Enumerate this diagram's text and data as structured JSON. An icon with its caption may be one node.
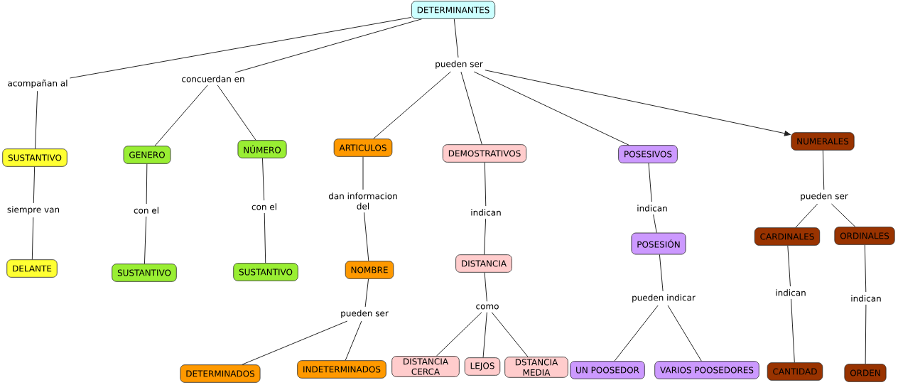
{
  "diagram": {
    "nodes": [
      {
        "text": [
          "DETERMINANTES"
        ]
      },
      {
        "text": [
          "acompañan al"
        ]
      },
      {
        "text": [
          "concuerdan en"
        ]
      },
      {
        "text": [
          "pueden ser"
        ]
      },
      {
        "text": [
          "SUSTANTIVO"
        ]
      },
      {
        "text": [
          "GENERO"
        ]
      },
      {
        "text": [
          "NÚMERO"
        ]
      },
      {
        "text": [
          "ARTICULOS"
        ]
      },
      {
        "text": [
          "DEMOSTRATIVOS"
        ]
      },
      {
        "text": [
          "POSESIVOS"
        ]
      },
      {
        "text": [
          "NUMERALES"
        ]
      },
      {
        "text": [
          "siempre van"
        ]
      },
      {
        "text": [
          "con el"
        ]
      },
      {
        "text": [
          "con el"
        ]
      },
      {
        "text": [
          "dan informacion del"
        ]
      },
      {
        "text": [
          "indican"
        ]
      },
      {
        "text": [
          "indican"
        ]
      },
      {
        "text": [
          "pueden ser"
        ]
      },
      {
        "text": [
          "DELANTE"
        ]
      },
      {
        "text": [
          "SUSTANTIVO"
        ]
      },
      {
        "text": [
          "SUSTANTIVO"
        ]
      },
      {
        "text": [
          "NOMBRE"
        ]
      },
      {
        "text": [
          "DISTANCIA"
        ]
      },
      {
        "text": [
          "POSESIÓN"
        ]
      },
      {
        "text": [
          "CARDINALES"
        ]
      },
      {
        "text": [
          "ORDINALES"
        ]
      },
      {
        "text": [
          "pueden ser"
        ]
      },
      {
        "text": [
          "como"
        ]
      },
      {
        "text": [
          "pueden indicar"
        ]
      },
      {
        "text": [
          "indican"
        ]
      },
      {
        "text": [
          "indican"
        ]
      },
      {
        "text": [
          "DETERMINADOS"
        ]
      },
      {
        "text": [
          "INDETERMINADOS"
        ]
      },
      {
        "text": [
          "DISTANCIA CERCA"
        ]
      },
      {
        "text": [
          "LEJOS"
        ]
      },
      {
        "text": [
          "DSTANCIA MEDIA"
        ]
      },
      {
        "text": [
          "UN POOSEDOR"
        ]
      },
      {
        "text": [
          "VARIOS POOSEDORES"
        ]
      },
      {
        "text": [
          "CANTIDAD"
        ]
      },
      {
        "text": [
          "ORDEN"
        ]
      }
    ],
    "edges": [
      {
        "from": 0,
        "to": 1,
        "arrow": "none"
      },
      {
        "from": 1,
        "to": 4,
        "arrow": "none"
      },
      {
        "from": 0,
        "to": 2,
        "arrow": "none"
      },
      {
        "from": 2,
        "to": 5,
        "arrow": "none"
      },
      {
        "from": 2,
        "to": 6,
        "arrow": "none"
      },
      {
        "from": 0,
        "to": 3,
        "arrow": "none"
      },
      {
        "from": 3,
        "to": 7,
        "arrow": "none"
      },
      {
        "from": 3,
        "to": 8,
        "arrow": "none"
      },
      {
        "from": 3,
        "to": 9,
        "arrow": "none"
      },
      {
        "from": 3,
        "to": 10,
        "arrow": "to"
      },
      {
        "from": 4,
        "to": 11,
        "arrow": "none"
      },
      {
        "from": 11,
        "to": 18,
        "arrow": "none"
      },
      {
        "from": 5,
        "to": 12,
        "arrow": "none"
      },
      {
        "from": 12,
        "to": 19,
        "arrow": "none"
      },
      {
        "from": 6,
        "to": 13,
        "arrow": "none"
      },
      {
        "from": 13,
        "to": 20,
        "arrow": "none"
      },
      {
        "from": 7,
        "to": 14,
        "arrow": "none"
      },
      {
        "from": 14,
        "to": 21,
        "arrow": "none"
      },
      {
        "from": 8,
        "to": 15,
        "arrow": "none"
      },
      {
        "from": 15,
        "to": 22,
        "arrow": "none"
      },
      {
        "from": 9,
        "to": 16,
        "arrow": "none"
      },
      {
        "from": 16,
        "to": 23,
        "arrow": "none"
      },
      {
        "from": 10,
        "to": 17,
        "arrow": "none"
      },
      {
        "from": 17,
        "to": 24,
        "arrow": "none"
      },
      {
        "from": 17,
        "to": 25,
        "arrow": "none"
      },
      {
        "from": 21,
        "to": 26,
        "arrow": "none"
      },
      {
        "from": 26,
        "to": 31,
        "arrow": "none"
      },
      {
        "from": 26,
        "to": 32,
        "arrow": "none"
      },
      {
        "from": 22,
        "to": 27,
        "arrow": "none"
      },
      {
        "from": 27,
        "to": 33,
        "arrow": "none"
      },
      {
        "from": 27,
        "to": 34,
        "arrow": "none"
      },
      {
        "from": 27,
        "to": 35,
        "arrow": "none"
      },
      {
        "from": 23,
        "to": 28,
        "arrow": "none"
      },
      {
        "from": 28,
        "to": 36,
        "arrow": "none"
      },
      {
        "from": 28,
        "to": 37,
        "arrow": "none"
      },
      {
        "from": 24,
        "to": 29,
        "arrow": "none"
      },
      {
        "from": 29,
        "to": 38,
        "arrow": "none"
      },
      {
        "from": 25,
        "to": 30,
        "arrow": "none"
      },
      {
        "from": 30,
        "to": 39,
        "arrow": "none"
      }
    ]
  }
}
